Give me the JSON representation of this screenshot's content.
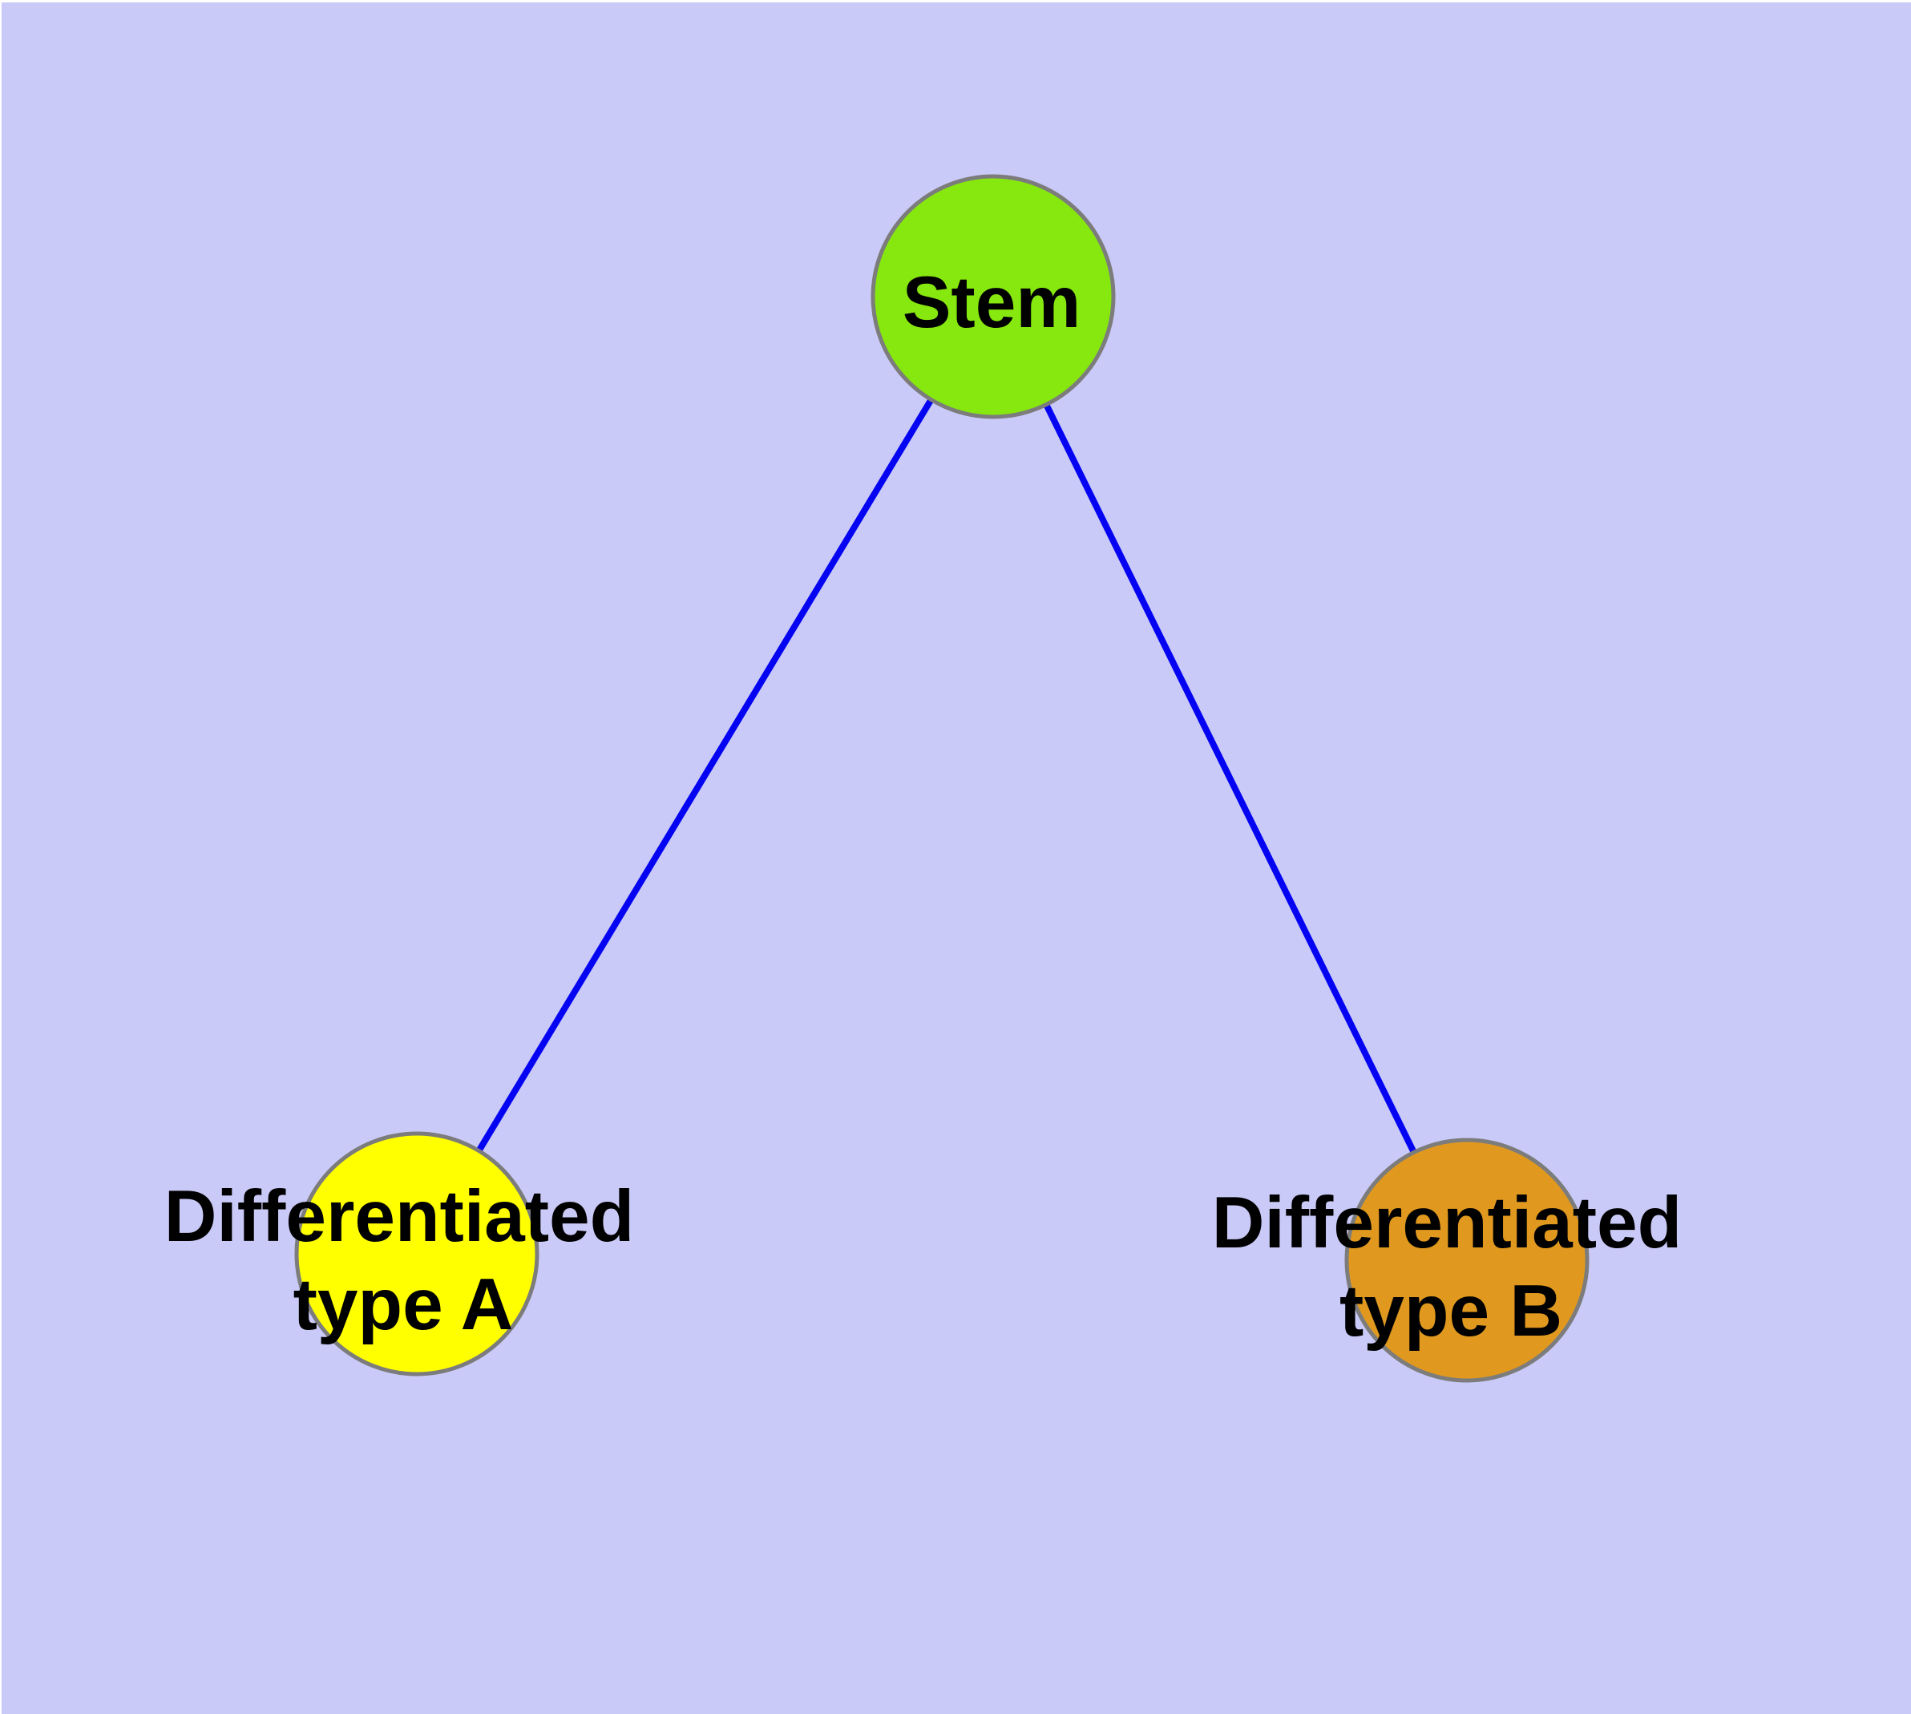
{
  "figure": {
    "background_color": "#CACAF8",
    "edge_color": "#0404F2",
    "node_border_color": "#7C7C7C",
    "nodes": [
      {
        "id": "stem",
        "fill": "#86E80E",
        "lines": [
          "Stem"
        ]
      },
      {
        "id": "differentiated-type-a",
        "fill": "#FFFF00",
        "lines": [
          "Differentiated",
          "type A"
        ]
      },
      {
        "id": "differentiated-type-b",
        "fill": "#E0991E",
        "lines": [
          "Differentiated",
          "type B"
        ]
      }
    ],
    "edges": [
      {
        "from": "Stem",
        "to": "Differentiated type A"
      },
      {
        "from": "Stem",
        "to": "Differentiated type B"
      }
    ]
  }
}
